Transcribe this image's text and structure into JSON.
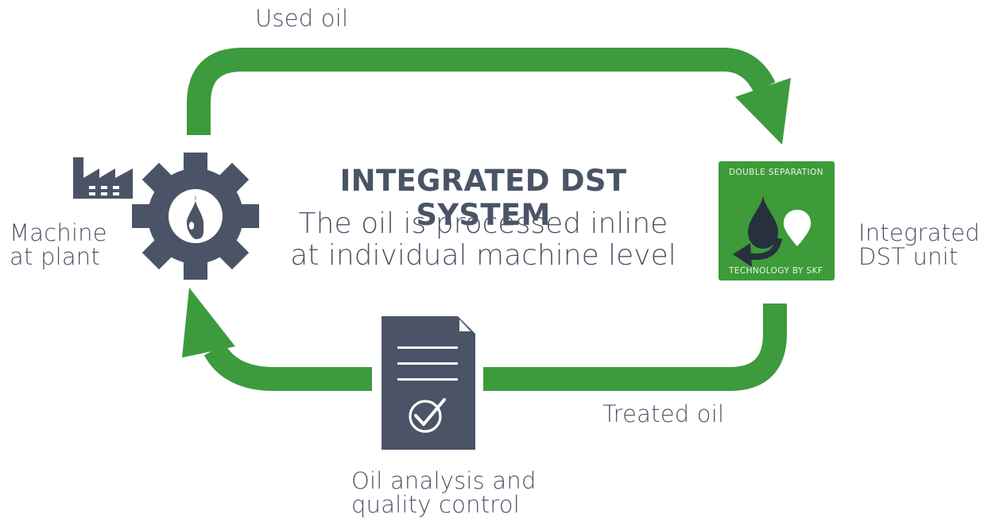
{
  "title": "INTEGRATED DST SYSTEM",
  "subtitle": [
    "The oil is processed inline",
    "at individual machine level"
  ],
  "labels": {
    "used_oil": "Used oil",
    "treated_oil": "Treated oil",
    "machine": [
      "Machine",
      "at plant"
    ],
    "dst_unit": [
      "Integrated",
      "DST unit"
    ],
    "analysis": [
      "Oil analysis and",
      "quality control"
    ]
  },
  "badge": {
    "top": "DOUBLE SEPARATION",
    "bottom": "TECHNOLOGY BY SKF"
  },
  "icons": [
    "factory-icon",
    "gear-oil-drop-icon",
    "document-check-icon",
    "dst-unit-logo"
  ],
  "colors": {
    "arrow_green": "#3c9b3c",
    "badge_green": "#3d9b3a",
    "icon_slate": "#4a5466",
    "text": "#4a5466"
  }
}
